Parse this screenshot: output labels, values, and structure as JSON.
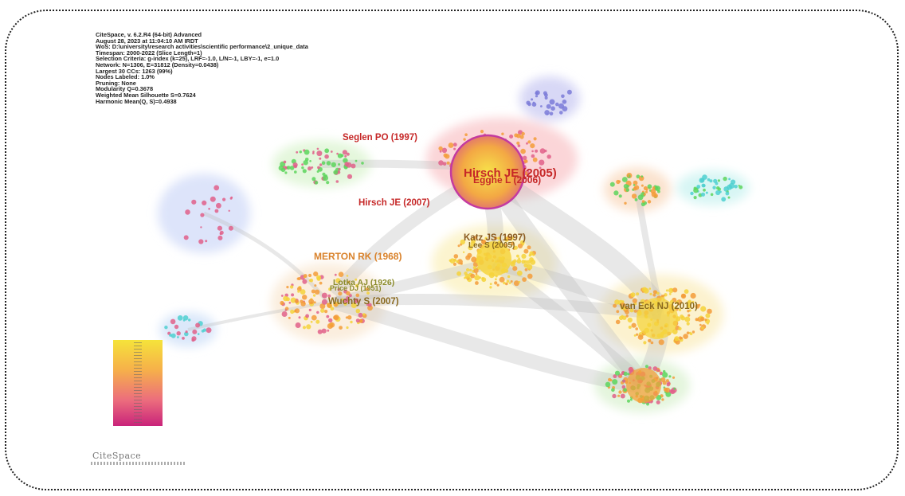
{
  "header_lines": [
    "CiteSpace, v. 6.2.R4 (64-bit) Advanced",
    "August 28, 2023 at 11:04:10 AM IRDT",
    "WoS: D:\\university\\research activities\\scientific performance\\2_unique_data",
    "Timespan: 2000-2022 (Slice Length=1)",
    "Selection Criteria: g-index (k=25), LRF=-1.0, L/N=-1, LBY=-1, e=1.0",
    "Network: N=1306, E=31812 (Density=0.0438)",
    "Largest 30 CCs: 1263 (99%)",
    "Nodes Labeled: 1.0%",
    "Pruning: None",
    "Modularity Q=0.3678",
    "Weighted Mean Silhouette S=0.7624",
    "Harmonic Mean(Q, S)=0.4938"
  ],
  "node_labels": {
    "seglen": "Seglen PO (1997)",
    "hirsch2005": "Hirsch JE (2005)",
    "egghe": "Egghe L (2006)",
    "hirsch2007": "Hirsch JE (2007)",
    "katz": "Katz JS (1997)",
    "lee": "Lee S (2005)",
    "merton": "MERTON RK (1968)",
    "lotka": "Lotka AJ (1926)",
    "price": "Price DJ (1951)",
    "wuchty": "Wuchty S (2007)",
    "vaneck": "van Eck NJ (2010)"
  },
  "logo_text": "CiteSpace",
  "colors": {
    "label_red": "#c62828",
    "label_orange": "#d9822b",
    "label_olive": "#8a8a2a",
    "label_dark": "#7a5a20",
    "node_yellow": "#f5d23a",
    "node_orange": "#f39c3a",
    "node_pink": "#e0608a",
    "node_green": "#5dd55d",
    "node_cyan": "#4fd0d0",
    "node_blue": "#7b7bd8"
  }
}
